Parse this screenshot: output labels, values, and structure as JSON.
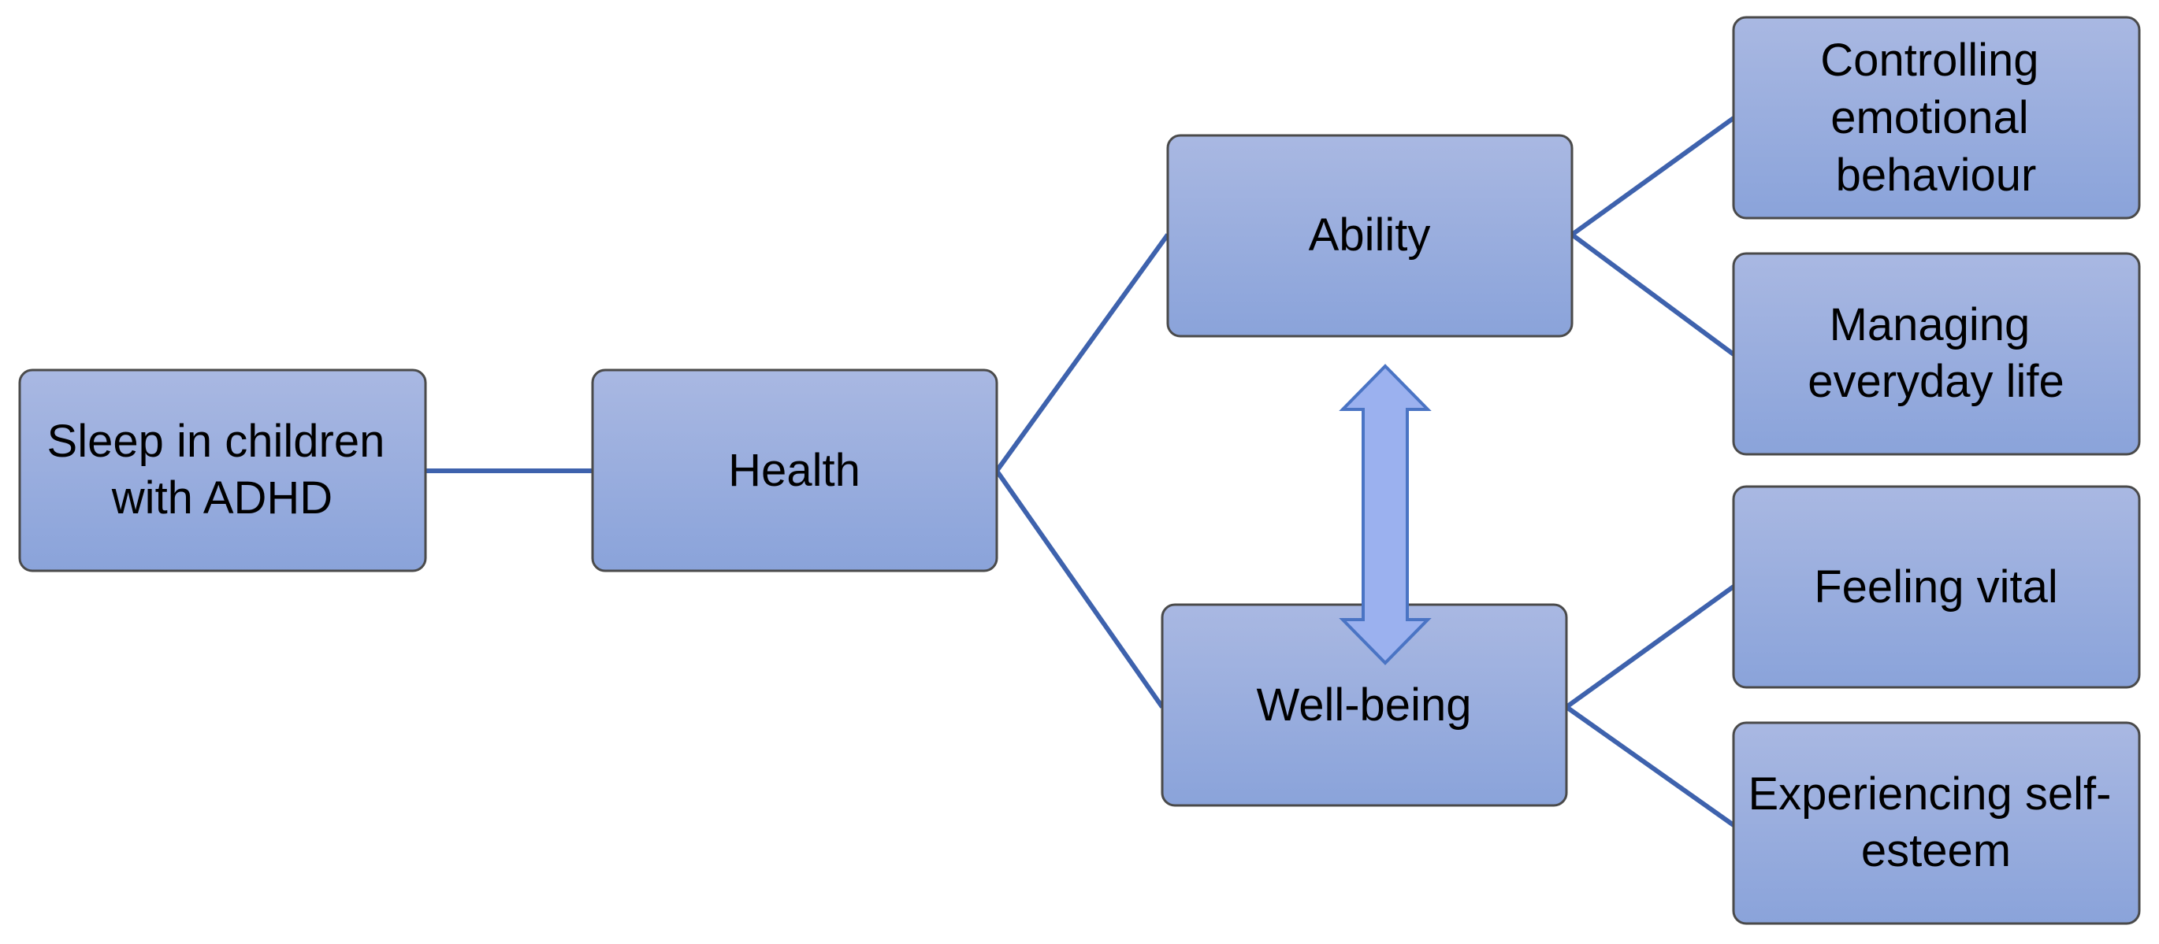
{
  "diagram": {
    "nodes": {
      "sleep": {
        "lines": [
          "Sleep in children",
          "with ADHD"
        ]
      },
      "health": {
        "lines": [
          "Health"
        ]
      },
      "ability": {
        "lines": [
          "Ability"
        ]
      },
      "wellbeing": {
        "lines": [
          "Well-being"
        ]
      },
      "emotional": {
        "lines": [
          "Controlling",
          "emotional",
          "behaviour"
        ]
      },
      "everyday": {
        "lines": [
          "Managing",
          "everyday life"
        ]
      },
      "vital": {
        "lines": [
          "Feeling vital"
        ]
      },
      "selfesteem": {
        "lines": [
          "Experiencing self-",
          "esteem"
        ]
      }
    },
    "edges": [
      {
        "from": "sleep",
        "to": "health"
      },
      {
        "from": "health",
        "to": "ability"
      },
      {
        "from": "health",
        "to": "wellbeing"
      },
      {
        "from": "ability",
        "to": "emotional"
      },
      {
        "from": "ability",
        "to": "everyday"
      },
      {
        "from": "wellbeing",
        "to": "vital"
      },
      {
        "from": "wellbeing",
        "to": "selfesteem"
      }
    ],
    "bidirectional": {
      "between": [
        "ability",
        "wellbeing"
      ]
    },
    "colors": {
      "box_top": "#a9b8e2",
      "box_bottom": "#8aa3da",
      "box_border": "#4a4a4a",
      "connector": "#3e62ad",
      "arrow_fill": "#9bb1ef",
      "arrow_border": "#4a74c4"
    }
  }
}
